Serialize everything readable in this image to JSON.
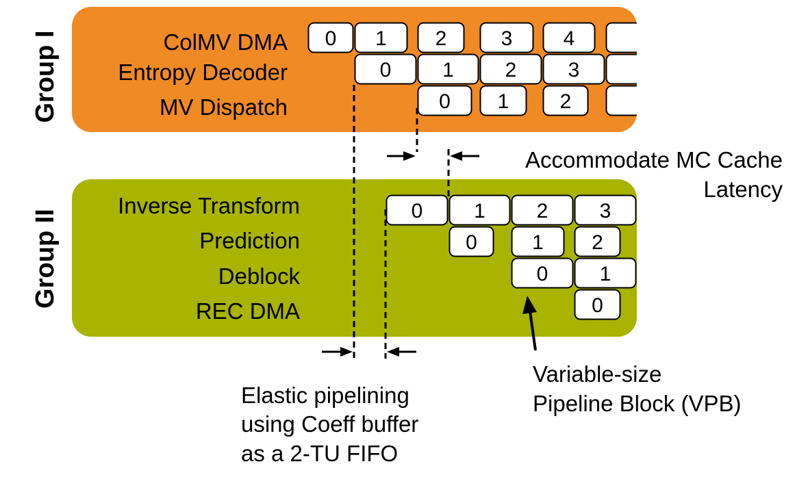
{
  "colors": {
    "group1": "#F08A25",
    "group2": "#A8B400",
    "box_fill": "#FFFFFF",
    "stroke": "#000000"
  },
  "group1": {
    "label": "Group I",
    "stages": [
      {
        "name": "ColMV DMA",
        "blocks": [
          "0",
          "1",
          "2",
          "3",
          "4",
          ""
        ]
      },
      {
        "name": "Entropy Decoder",
        "blocks": [
          "0",
          "1",
          "2",
          "3",
          ""
        ]
      },
      {
        "name": "MV Dispatch",
        "blocks": [
          "0",
          "1",
          "2",
          ""
        ]
      }
    ]
  },
  "group2": {
    "label": "Group II",
    "stages": [
      {
        "name": "Inverse Transform",
        "blocks": [
          "0",
          "1",
          "2",
          "3"
        ]
      },
      {
        "name": "Prediction",
        "blocks": [
          "0",
          "1",
          "2"
        ]
      },
      {
        "name": "Deblock",
        "blocks": [
          "0",
          "1"
        ]
      },
      {
        "name": "REC DMA",
        "blocks": [
          "0"
        ]
      }
    ]
  },
  "annotations": {
    "mc_cache": [
      "Accommodate MC Cache",
      "Latency"
    ],
    "elastic": [
      "Elastic pipelining",
      "using Coeff buffer",
      "as a 2-TU FIFO"
    ],
    "vpb": [
      "Variable-size",
      "Pipeline Block (VPB)"
    ]
  }
}
